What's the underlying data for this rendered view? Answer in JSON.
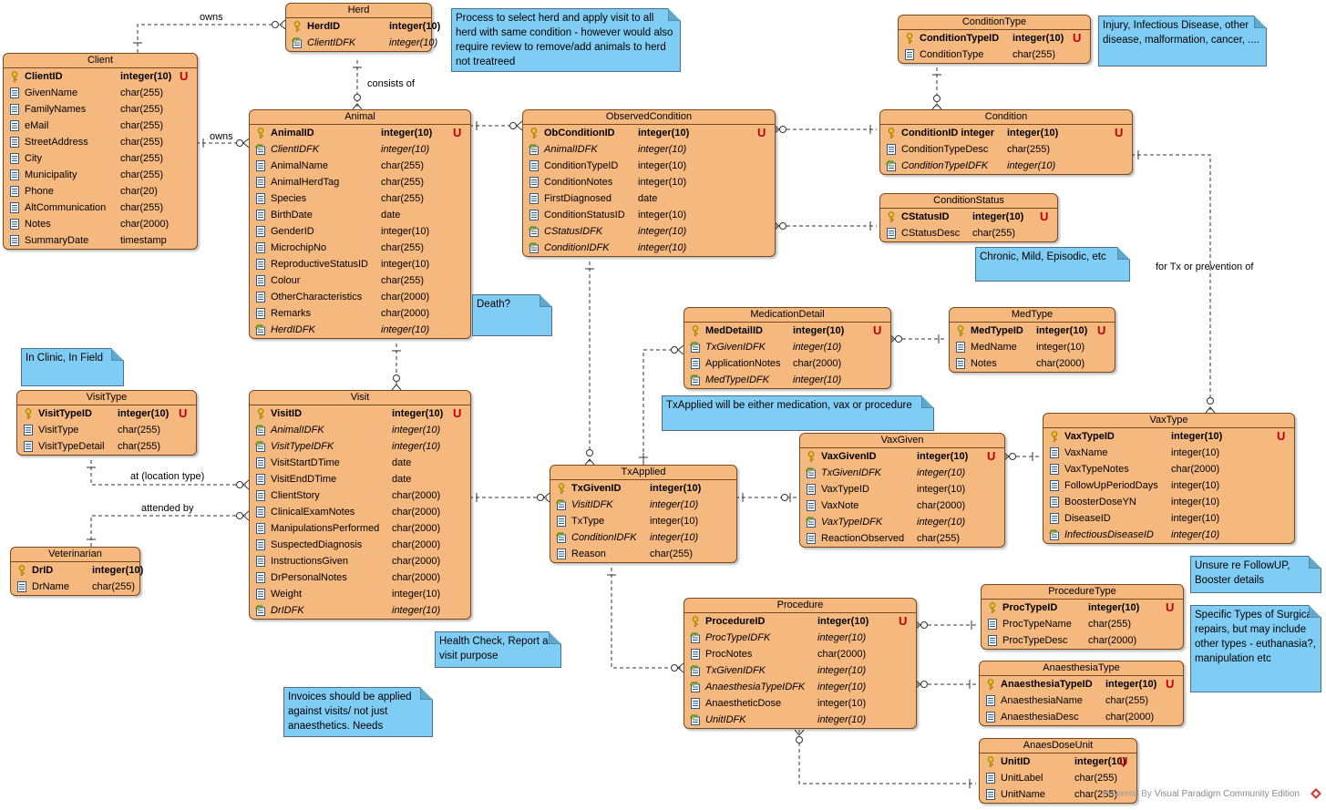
{
  "entities": {
    "herd": {
      "title": "Herd",
      "columns": [
        {
          "name": "HerdID",
          "type": "integer(10)",
          "key": "pk"
        },
        {
          "name": "ClientIDFK",
          "type": "integer(10)",
          "key": "fk"
        }
      ]
    },
    "client": {
      "title": "Client",
      "columns": [
        {
          "name": "ClientID",
          "type": "integer(10)",
          "key": "pk",
          "unique": "U"
        },
        {
          "name": "GivenName",
          "type": "char(255)"
        },
        {
          "name": "FamilyNames",
          "type": "char(255)"
        },
        {
          "name": "eMail",
          "type": "char(255)"
        },
        {
          "name": "StreetAddress",
          "type": "char(255)"
        },
        {
          "name": "City",
          "type": "char(255)"
        },
        {
          "name": "Municipality",
          "type": "char(255)"
        },
        {
          "name": "Phone",
          "type": "char(20)"
        },
        {
          "name": "AltCommunication",
          "type": "char(255)"
        },
        {
          "name": "Notes",
          "type": "char(2000)"
        },
        {
          "name": "SummaryDate",
          "type": "timestamp"
        }
      ]
    },
    "animal": {
      "title": "Animal",
      "columns": [
        {
          "name": "AnimalID",
          "type": "integer(10)",
          "key": "pk",
          "unique": "U"
        },
        {
          "name": "ClientIDFK",
          "type": "integer(10)",
          "key": "fk"
        },
        {
          "name": "AnimalName",
          "type": "char(255)"
        },
        {
          "name": "AnimalHerdTag",
          "type": "char(255)"
        },
        {
          "name": "Species",
          "type": "char(255)"
        },
        {
          "name": "BirthDate",
          "type": "date"
        },
        {
          "name": "GenderID",
          "type": "integer(10)"
        },
        {
          "name": "MicrochipNo",
          "type": "char(255)"
        },
        {
          "name": "ReproductiveStatusID",
          "type": "integer(10)"
        },
        {
          "name": "Colour",
          "type": "char(255)"
        },
        {
          "name": "OtherCharacteristics",
          "type": "char(2000)"
        },
        {
          "name": "Remarks",
          "type": "char(2000)"
        },
        {
          "name": "HerdIDFK",
          "type": "integer(10)",
          "key": "fk"
        }
      ]
    },
    "observedcondition": {
      "title": "ObservedCondition",
      "columns": [
        {
          "name": "ObConditionID",
          "type": "integer(10)",
          "key": "pk",
          "unique": "U"
        },
        {
          "name": "AnimalIDFK",
          "type": "integer(10)",
          "key": "fk"
        },
        {
          "name": "ConditionTypeID",
          "type": "integer(10)"
        },
        {
          "name": "ConditionNotes",
          "type": "integer(10)"
        },
        {
          "name": "FirstDiagnosed",
          "type": "date"
        },
        {
          "name": "ConditionStatusID",
          "type": "integer(10)"
        },
        {
          "name": "CStatusIDFK",
          "type": "integer(10)",
          "key": "fk"
        },
        {
          "name": "ConditionIDFK",
          "type": "integer(10)",
          "key": "fk"
        }
      ]
    },
    "conditiontype": {
      "title": "ConditionType",
      "columns": [
        {
          "name": "ConditionTypeID",
          "type": "integer(10)",
          "key": "pk",
          "unique": "U"
        },
        {
          "name": "ConditionType",
          "type": "char(255)"
        }
      ]
    },
    "condition": {
      "title": "Condition",
      "columns": [
        {
          "name": "ConditionID integer",
          "type": "integer(10)",
          "key": "pk",
          "unique": "U"
        },
        {
          "name": "ConditionTypeDesc",
          "type": "char(255)"
        },
        {
          "name": "ConditionTypeIDFK",
          "type": "integer(10)",
          "key": "fk"
        }
      ]
    },
    "conditionstatus": {
      "title": "ConditionStatus",
      "columns": [
        {
          "name": "CStatusID",
          "type": "integer(10)",
          "key": "pk",
          "unique": "U"
        },
        {
          "name": "CStatusDesc",
          "type": "char(255)"
        }
      ]
    },
    "medicationdetail": {
      "title": "MedicationDetail",
      "columns": [
        {
          "name": "MedDetailID",
          "type": "integer(10)",
          "key": "pk",
          "unique": "U"
        },
        {
          "name": "TxGivenIDFK",
          "type": "integer(10)",
          "key": "fk"
        },
        {
          "name": "ApplicationNotes",
          "type": "char(2000)"
        },
        {
          "name": "MedTypeIDFK",
          "type": "integer(10)",
          "key": "fk"
        }
      ]
    },
    "medtype": {
      "title": "MedType",
      "columns": [
        {
          "name": "MedTypeID",
          "type": "integer(10)",
          "key": "pk",
          "unique": "U"
        },
        {
          "name": "MedName",
          "type": "integer(10)"
        },
        {
          "name": "Notes",
          "type": "char(2000)"
        }
      ]
    },
    "visittype": {
      "title": "VisitType",
      "columns": [
        {
          "name": "VisitTypeID",
          "type": "integer(10)",
          "key": "pk",
          "unique": "U"
        },
        {
          "name": "VisitType",
          "type": "char(255)"
        },
        {
          "name": "VisitTypeDetail",
          "type": "char(255)"
        }
      ]
    },
    "veterinarian": {
      "title": "Veterinarian",
      "columns": [
        {
          "name": "DrID",
          "type": "integer(10)",
          "key": "pk"
        },
        {
          "name": "DrName",
          "type": "char(255)"
        }
      ]
    },
    "visit": {
      "title": "Visit",
      "columns": [
        {
          "name": "VisitID",
          "type": "integer(10)",
          "key": "pk",
          "unique": "U"
        },
        {
          "name": "AnimalIDFK",
          "type": "integer(10)",
          "key": "fk"
        },
        {
          "name": "VisitTypeIDFK",
          "type": "integer(10)",
          "key": "fk"
        },
        {
          "name": "VisitStartDTime",
          "type": "date"
        },
        {
          "name": "VisitEndDTime",
          "type": "date"
        },
        {
          "name": "ClientStory",
          "type": "char(2000)"
        },
        {
          "name": "ClinicalExamNotes",
          "type": "char(2000)"
        },
        {
          "name": "ManipulationsPerformed",
          "type": "char(2000)"
        },
        {
          "name": "SuspectedDiagnosis",
          "type": "char(2000)"
        },
        {
          "name": "InstructionsGiven",
          "type": "char(2000)"
        },
        {
          "name": "DrPersonalNotes",
          "type": "char(2000)"
        },
        {
          "name": "Weight",
          "type": "integer(10)"
        },
        {
          "name": "DrIDFK",
          "type": "integer(10)",
          "key": "fk"
        }
      ]
    },
    "txapplied": {
      "title": "TxApplied",
      "columns": [
        {
          "name": "TxGivenID",
          "type": "integer(10)",
          "key": "pk"
        },
        {
          "name": "VisitIDFK",
          "type": "integer(10)",
          "key": "fk"
        },
        {
          "name": "TxType",
          "type": "integer(10)"
        },
        {
          "name": "ConditionIDFK",
          "type": "integer(10)",
          "key": "fk"
        },
        {
          "name": "Reason",
          "type": "char(255)"
        }
      ]
    },
    "vaxgiven": {
      "title": "VaxGiven",
      "columns": [
        {
          "name": "VaxGivenID",
          "type": "integer(10)",
          "key": "pk",
          "unique": "U"
        },
        {
          "name": "TxGivenIDFK",
          "type": "integer(10)",
          "key": "fk"
        },
        {
          "name": "VaxTypeID",
          "type": "integer(10)"
        },
        {
          "name": "VaxNote",
          "type": "char(2000)"
        },
        {
          "name": "VaxTypeIDFK",
          "type": "integer(10)",
          "key": "fk"
        },
        {
          "name": "ReactionObserved",
          "type": "char(255)"
        }
      ]
    },
    "vaxtype": {
      "title": "VaxType",
      "columns": [
        {
          "name": "VaxTypeID",
          "type": "integer(10)",
          "key": "pk",
          "unique": "U"
        },
        {
          "name": "VaxName",
          "type": "integer(10)"
        },
        {
          "name": "VaxTypeNotes",
          "type": "char(2000)"
        },
        {
          "name": "FollowUpPeriodDays",
          "type": "integer(10)"
        },
        {
          "name": "BoosterDoseYN",
          "type": "integer(10)"
        },
        {
          "name": "DiseaseID",
          "type": "integer(10)"
        },
        {
          "name": "InfectiousDiseaseID",
          "type": "integer(10)",
          "key": "fk"
        }
      ]
    },
    "procedure": {
      "title": "Procedure",
      "columns": [
        {
          "name": "ProcedureID",
          "type": "integer(10)",
          "key": "pk",
          "unique": "U"
        },
        {
          "name": "ProcTypeIDFK",
          "type": "integer(10)",
          "key": "fk"
        },
        {
          "name": "ProcNotes",
          "type": "char(2000)"
        },
        {
          "name": "TxGivenIDFK",
          "type": "integer(10)",
          "key": "fk"
        },
        {
          "name": "AnaesthesiaTypeIDFK",
          "type": "integer(10)",
          "key": "fk"
        },
        {
          "name": "AnaestheticDose",
          "type": "integer(10)"
        },
        {
          "name": "UnitIDFK",
          "type": "integer(10)",
          "key": "fk"
        }
      ]
    },
    "proceduretype": {
      "title": "ProcedureType",
      "columns": [
        {
          "name": "ProcTypeID",
          "type": "integer(10)",
          "key": "pk",
          "unique": "U"
        },
        {
          "name": "ProcTypeName",
          "type": "char(255)"
        },
        {
          "name": "ProcTypeDesc",
          "type": "char(2000)"
        }
      ]
    },
    "anaesthesiatype": {
      "title": "AnaesthesiaType",
      "columns": [
        {
          "name": "AnaesthesiaTypeID",
          "type": "integer(10)",
          "key": "pk",
          "unique": "U"
        },
        {
          "name": "AnaesthesiaName",
          "type": "char(255)"
        },
        {
          "name": "AnaesthesiaDesc",
          "type": "char(2000)"
        }
      ]
    },
    "anaesdoseunit": {
      "title": "AnaesDoseUnit",
      "columns": [
        {
          "name": "UnitID",
          "type": "integer(10)",
          "key": "pk",
          "unique": "U"
        },
        {
          "name": "UnitLabel",
          "type": "char(255)"
        },
        {
          "name": "UnitName",
          "type": "char(255)"
        }
      ]
    }
  },
  "notes": {
    "herd_process": "Process to select herd and apply visit to all herd with same condition - however would also require review to remove/add animals to herd not treatreed",
    "condition_types": "Injury, Infectious Disease, other disease, malformation, cancer, ....",
    "status_examples": "Chronic, Mild, Episodic, etc",
    "death": "Death?",
    "clinic_field": "In Clinic, In Field",
    "tx_applied": "TxApplied will be either medication, vax or procedure",
    "health_check": "Health Check, Report as visit purpose",
    "invoices": "Invoices should be applied against visits/ not just anaesthetics. Needs",
    "followup": "Unsure re FollowUP, Booster details",
    "surgical": "Specific Types of Surgical repairs, but may include other types - euthanasia?, manipulation etc"
  },
  "relationship_labels": {
    "owns_herd": "owns",
    "owns_animal": "owns",
    "consists_of": "consists of",
    "at_location": "at (location type)",
    "attended_by": "attended by",
    "tx_prevention": "for Tx or prevention of"
  },
  "footer": {
    "prefix": "Powered By",
    "brand": "Visual Paradigm Community Edition"
  }
}
